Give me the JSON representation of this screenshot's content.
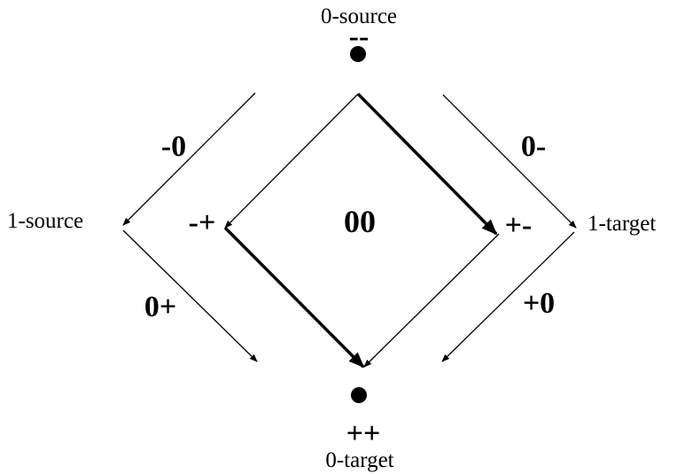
{
  "diagram": {
    "nodes": {
      "top_label": "0-source",
      "top_sign": "--",
      "left_label": "1-source",
      "right_label": "1-target",
      "bottom_sign": "++",
      "bottom_label": "0-target"
    },
    "edges": {
      "outer_upper_left": "-0",
      "outer_upper_right": "0-",
      "outer_lower_left": "0+",
      "outer_lower_right": "+0"
    },
    "inner": {
      "left_corner": "-+",
      "right_corner": "+-",
      "center": "00"
    }
  }
}
